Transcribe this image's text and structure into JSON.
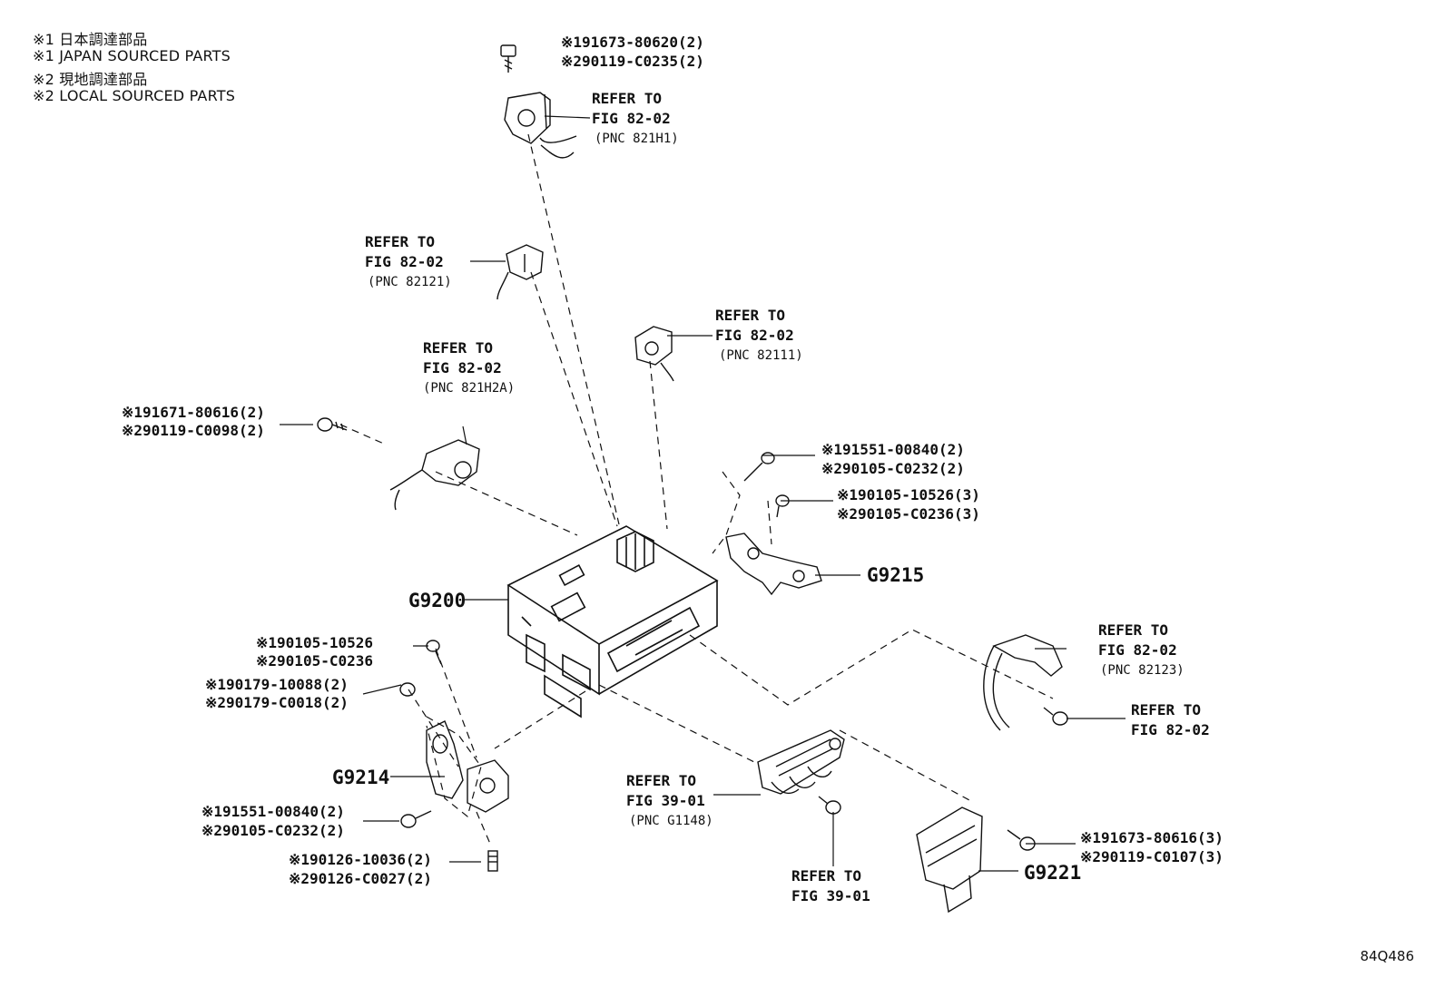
{
  "legend": [
    "※1 日本調達部品",
    "※1 JAPAN SOURCED PARTS",
    "※2 現地調達部品",
    "※2 LOCAL SOURCED PARTS"
  ],
  "labels": {
    "bolt_top": [
      "※191673-80620(2)",
      "※290119-C0235(2)"
    ],
    "ref_821H1": [
      "REFER TO",
      "FIG 82-02",
      "(PNC 821H1)"
    ],
    "ref_82121": [
      "REFER TO",
      "FIG 82-02",
      "(PNC 82121)"
    ],
    "ref_82111": [
      "REFER TO",
      "FIG 82-02",
      "(PNC 82111)"
    ],
    "ref_821H2A": [
      "REFER TO",
      "FIG 82-02",
      "(PNC 821H2A)"
    ],
    "bolt_left": [
      "※191671-80616(2)",
      "※290119-C0098(2)"
    ],
    "bolt_right1": [
      "※191551-00840(2)",
      "※290105-C0232(2)"
    ],
    "bolt_right2": [
      "※190105-10526(3)",
      "※290105-C0236(3)"
    ],
    "bolt_mid_left1": [
      "※190105-10526",
      "※290105-C0236"
    ],
    "bolt_mid_left2": [
      "※190179-10088(2)",
      "※290179-C0018(2)"
    ],
    "bolt_low_left1": [
      "※191551-00840(2)",
      "※290105-C0232(2)"
    ],
    "bolt_low_left2": [
      "※190126-10036(2)",
      "※290126-C0027(2)"
    ],
    "ref_82123": [
      "REFER TO",
      "FIG 82-02",
      "(PNC 82123)"
    ],
    "ref_right_bolt": [
      "REFER TO",
      "FIG 82-02"
    ],
    "ref_G1148": [
      "REFER TO",
      "FIG 39-01",
      "(PNC G1148)"
    ],
    "ref_3901_bottom": [
      "REFER TO",
      "FIG 39-01"
    ],
    "bolt_bottom_right": [
      "※191673-80616(3)",
      "※290119-C0107(3)"
    ]
  },
  "codes": {
    "g9200": "G9200",
    "g9215": "G9215",
    "g9214": "G9214",
    "g9221": "G9221"
  },
  "figure_id": "84Q486"
}
